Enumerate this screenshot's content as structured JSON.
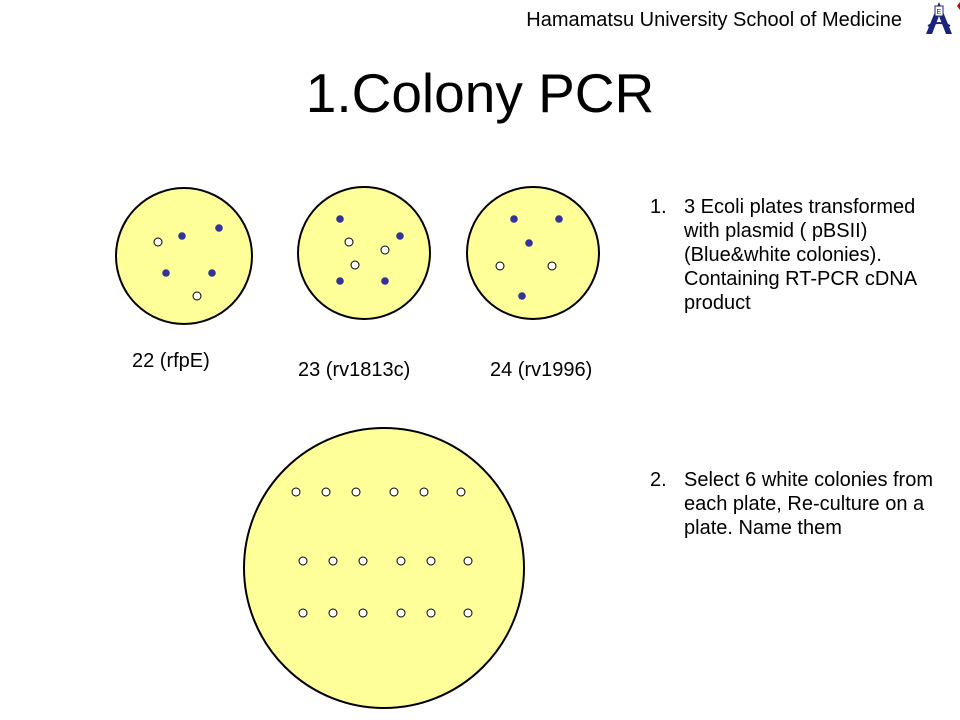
{
  "header": {
    "institution": "Hamamatsu University School of Medicine",
    "logo_icon": "university-emblem-icon"
  },
  "title": "1.Colony PCR",
  "colors": {
    "plate_fill": "#ffff99",
    "plate_stroke": "#000000",
    "blue_colony": "#333399",
    "white_colony": "#ffffff"
  },
  "plates": [
    {
      "label": "22 (rfpE)",
      "blue_colonies": 4,
      "white_colonies": 2
    },
    {
      "label": "23 (rv1813c)",
      "blue_colonies": 4,
      "white_colonies": 3
    },
    {
      "label": "24 (rv1996)",
      "blue_colonies": 4,
      "white_colonies": 2
    }
  ],
  "reculture_plate": {
    "white_colonies": 18,
    "rows": 3,
    "per_row": 6
  },
  "steps": [
    {
      "num": "1.",
      "text": "3 Ecoli plates transformed with plasmid ( pBSII) (Blue&white colonies). Containing RT-PCR cDNA product"
    },
    {
      "num": "2.",
      "text": "Select 6 white colonies from each plate, Re-culture on a plate. Name them"
    }
  ]
}
